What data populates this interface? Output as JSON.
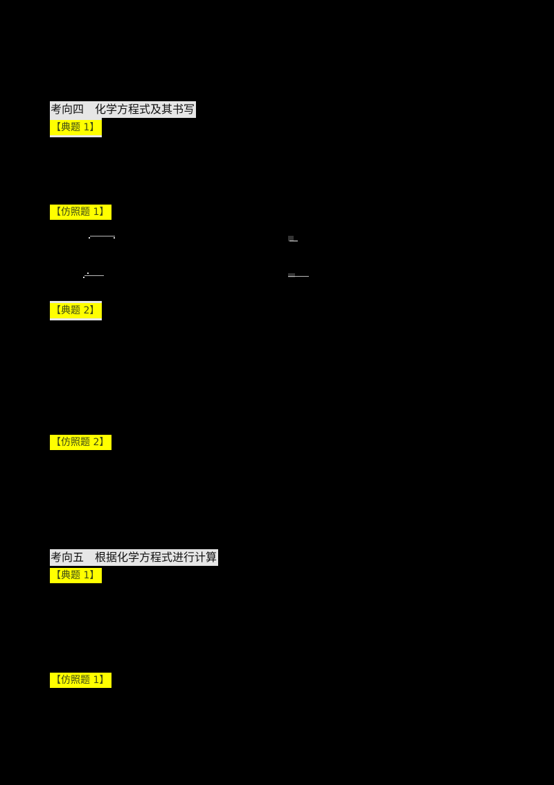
{
  "sections": [
    {
      "heading": "考向四　化学方程式及其书写",
      "items": [
        {
          "label": "【典题 1】"
        },
        {
          "label": "【仿照题 1】"
        },
        {
          "label": "【典题 2】"
        },
        {
          "label": "【仿照题 2】"
        }
      ]
    },
    {
      "heading": "考向五　根据化学方程式进行计算",
      "items": [
        {
          "label": "【典题 1】"
        },
        {
          "label": "【仿照题 1】"
        }
      ]
    }
  ],
  "colors": {
    "page_background": "#000000",
    "heading_background": "#e6e6e6",
    "label_highlight": "#ffff00",
    "label_text": "#3d4a14"
  }
}
